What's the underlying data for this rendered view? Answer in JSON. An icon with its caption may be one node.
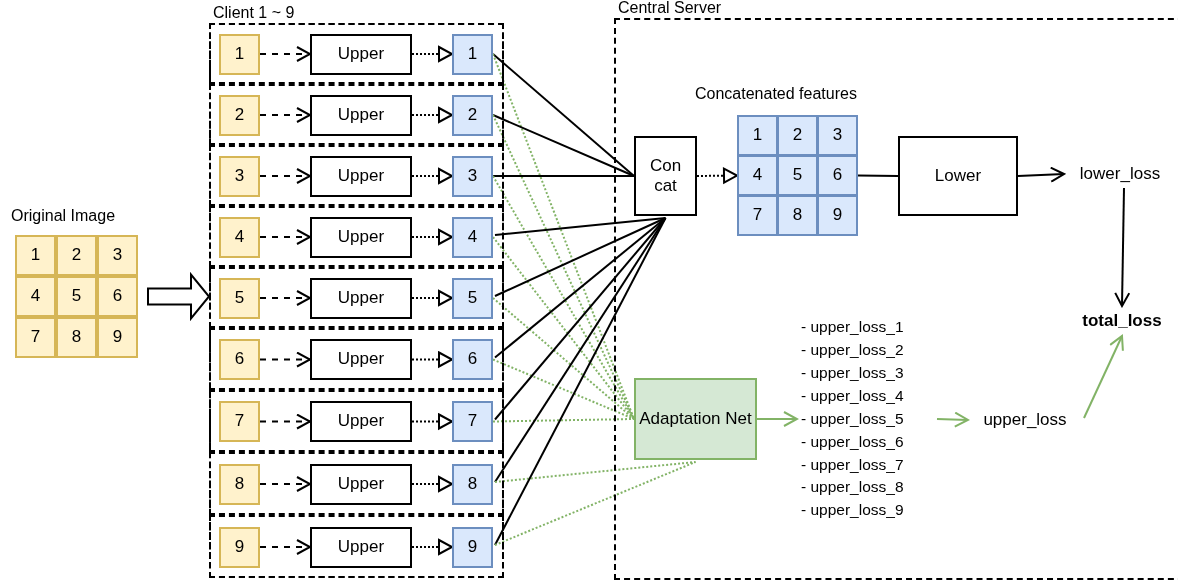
{
  "diagram": {
    "nodes": [
      {
        "text": [
          "Original Image"
        ]
      },
      {
        "text": [
          "1"
        ],
        "in": 0
      },
      {
        "text": [
          "2"
        ],
        "in": 0
      },
      {
        "text": [
          "3"
        ],
        "in": 0
      },
      {
        "text": [
          "4"
        ],
        "in": 0
      },
      {
        "text": [
          "5"
        ],
        "in": 0
      },
      {
        "text": [
          "6"
        ],
        "in": 0
      },
      {
        "text": [
          "7"
        ],
        "in": 0
      },
      {
        "text": [
          "8"
        ],
        "in": 0
      },
      {
        "text": [
          "9"
        ],
        "in": 0
      },
      {
        "text": [
          "Client 1 ~ 9"
        ]
      },
      {
        "text": [],
        "shape": "box",
        "in": 10
      },
      {
        "text": [
          "1"
        ],
        "in": 11
      },
      {
        "text": [
          "Upper"
        ],
        "in": 11
      },
      {
        "text": [
          "1"
        ],
        "in": 11
      },
      {
        "text": [],
        "shape": "box",
        "in": 10
      },
      {
        "text": [
          "2"
        ],
        "in": 15
      },
      {
        "text": [
          "Upper"
        ],
        "in": 15
      },
      {
        "text": [
          "2"
        ],
        "in": 15
      },
      {
        "text": [],
        "shape": "box",
        "in": 10
      },
      {
        "text": [
          "3"
        ],
        "in": 19
      },
      {
        "text": [
          "Upper"
        ],
        "in": 19
      },
      {
        "text": [
          "3"
        ],
        "in": 19
      },
      {
        "text": [],
        "shape": "box",
        "in": 10
      },
      {
        "text": [
          "4"
        ],
        "in": 23
      },
      {
        "text": [
          "Upper"
        ],
        "in": 23
      },
      {
        "text": [
          "4"
        ],
        "in": 23
      },
      {
        "text": [],
        "shape": "box",
        "in": 10
      },
      {
        "text": [
          "5"
        ],
        "in": 27
      },
      {
        "text": [
          "Upper"
        ],
        "in": 27
      },
      {
        "text": [
          "5"
        ],
        "in": 27
      },
      {
        "text": [],
        "shape": "box",
        "in": 10
      },
      {
        "text": [
          "6"
        ],
        "in": 31
      },
      {
        "text": [
          "Upper"
        ],
        "in": 31
      },
      {
        "text": [
          "6"
        ],
        "in": 31
      },
      {
        "text": [],
        "shape": "box",
        "in": 10
      },
      {
        "text": [
          "7"
        ],
        "in": 35
      },
      {
        "text": [
          "Upper"
        ],
        "in": 35
      },
      {
        "text": [
          "7"
        ],
        "in": 35
      },
      {
        "text": [],
        "shape": "box",
        "in": 10
      },
      {
        "text": [
          "8"
        ],
        "in": 39
      },
      {
        "text": [
          "Upper"
        ],
        "in": 39
      },
      {
        "text": [
          "8"
        ],
        "in": 39
      },
      {
        "text": [],
        "shape": "box",
        "in": 10
      },
      {
        "text": [
          "9"
        ],
        "in": 43
      },
      {
        "text": [
          "Upper"
        ],
        "in": 43
      },
      {
        "text": [
          "9"
        ],
        "in": 43
      },
      {
        "text": [
          "Central Server"
        ]
      },
      {
        "text": [
          "Con cat"
        ],
        "in": 47
      },
      {
        "text": [
          "Concatenated features"
        ],
        "in": 47
      },
      {
        "text": [
          "1"
        ],
        "in": 49
      },
      {
        "text": [
          "2"
        ],
        "in": 49
      },
      {
        "text": [
          "3"
        ],
        "in": 49
      },
      {
        "text": [
          "4"
        ],
        "in": 49
      },
      {
        "text": [
          "5"
        ],
        "in": 49
      },
      {
        "text": [
          "6"
        ],
        "in": 49
      },
      {
        "text": [
          "7"
        ],
        "in": 49
      },
      {
        "text": [
          "8"
        ],
        "in": 49
      },
      {
        "text": [
          "9"
        ],
        "in": 49
      },
      {
        "text": [
          "Lower"
        ],
        "in": 47
      },
      {
        "text": [
          "lower_loss"
        ],
        "in": 47
      },
      {
        "text": [
          "total_loss"
        ],
        "in": 47
      },
      {
        "text": [
          "Adaptation Net"
        ],
        "in": 47
      },
      {
        "text": [
          "- upper_loss_1",
          "- upper_loss_2",
          "- upper_loss_3",
          "- upper_loss_4",
          "- upper_loss_5",
          "- upper_loss_6",
          "- upper_loss_7",
          "- upper_loss_8",
          "- upper_loss_9"
        ],
        "in": 47
      },
      {
        "text": [
          "upper_loss"
        ],
        "in": 47
      }
    ],
    "edges": [
      {
        "from": 0,
        "to": 10,
        "arrow": "to",
        "style": "thick"
      },
      {
        "from": 12,
        "to": 13,
        "arrow": "to",
        "style": "dashed"
      },
      {
        "from": 13,
        "to": 14,
        "arrow": "to",
        "style": "dashed"
      },
      {
        "from": 14,
        "to": 48,
        "arrow": "none"
      },
      {
        "from": 14,
        "to": 62,
        "arrow": "none",
        "style": "dashed",
        "color": "#82b366"
      },
      {
        "from": 16,
        "to": 17,
        "arrow": "to",
        "style": "dashed"
      },
      {
        "from": 17,
        "to": 18,
        "arrow": "to",
        "style": "dashed"
      },
      {
        "from": 18,
        "to": 48,
        "arrow": "none"
      },
      {
        "from": 18,
        "to": 62,
        "arrow": "none",
        "style": "dashed",
        "color": "#82b366"
      },
      {
        "from": 20,
        "to": 21,
        "arrow": "to",
        "style": "dashed"
      },
      {
        "from": 21,
        "to": 22,
        "arrow": "to",
        "style": "dashed"
      },
      {
        "from": 22,
        "to": 48,
        "arrow": "none"
      },
      {
        "from": 22,
        "to": 62,
        "arrow": "none",
        "style": "dashed",
        "color": "#82b366"
      },
      {
        "from": 24,
        "to": 25,
        "arrow": "to",
        "style": "dashed"
      },
      {
        "from": 25,
        "to": 26,
        "arrow": "to",
        "style": "dashed"
      },
      {
        "from": 26,
        "to": 48,
        "arrow": "none"
      },
      {
        "from": 26,
        "to": 62,
        "arrow": "none",
        "style": "dashed",
        "color": "#82b366"
      },
      {
        "from": 28,
        "to": 29,
        "arrow": "to",
        "style": "dashed"
      },
      {
        "from": 29,
        "to": 30,
        "arrow": "to",
        "style": "dashed"
      },
      {
        "from": 30,
        "to": 48,
        "arrow": "none"
      },
      {
        "from": 30,
        "to": 62,
        "arrow": "none",
        "style": "dashed",
        "color": "#82b366"
      },
      {
        "from": 32,
        "to": 33,
        "arrow": "to",
        "style": "dashed"
      },
      {
        "from": 33,
        "to": 34,
        "arrow": "to",
        "style": "dashed"
      },
      {
        "from": 34,
        "to": 48,
        "arrow": "none"
      },
      {
        "from": 34,
        "to": 62,
        "arrow": "none",
        "style": "dashed",
        "color": "#82b366"
      },
      {
        "from": 36,
        "to": 37,
        "arrow": "to",
        "style": "dashed"
      },
      {
        "from": 37,
        "to": 38,
        "arrow": "to",
        "style": "dashed"
      },
      {
        "from": 38,
        "to": 48,
        "arrow": "none"
      },
      {
        "from": 38,
        "to": 62,
        "arrow": "none",
        "style": "dashed",
        "color": "#82b366"
      },
      {
        "from": 40,
        "to": 41,
        "arrow": "to",
        "style": "dashed"
      },
      {
        "from": 41,
        "to": 42,
        "arrow": "to",
        "style": "dashed"
      },
      {
        "from": 42,
        "to": 48,
        "arrow": "none"
      },
      {
        "from": 42,
        "to": 62,
        "arrow": "none",
        "style": "dashed",
        "color": "#82b366"
      },
      {
        "from": 44,
        "to": 45,
        "arrow": "to",
        "style": "dashed"
      },
      {
        "from": 45,
        "to": 46,
        "arrow": "to",
        "style": "dashed"
      },
      {
        "from": 46,
        "to": 48,
        "arrow": "none"
      },
      {
        "from": 46,
        "to": 62,
        "arrow": "none",
        "style": "dashed",
        "color": "#82b366"
      },
      {
        "from": 48,
        "to": 49,
        "arrow": "to",
        "style": "dashed"
      },
      {
        "from": 49,
        "to": 59,
        "arrow": "none"
      },
      {
        "from": 59,
        "to": 60,
        "arrow": "to"
      },
      {
        "from": 60,
        "to": 61,
        "arrow": "to"
      },
      {
        "from": 62,
        "to": 63,
        "arrow": "to",
        "color": "#82b366"
      },
      {
        "from": 63,
        "to": 64,
        "arrow": "to",
        "color": "#82b366"
      },
      {
        "from": 64,
        "to": 61,
        "arrow": "to",
        "color": "#82b366"
      }
    ]
  }
}
